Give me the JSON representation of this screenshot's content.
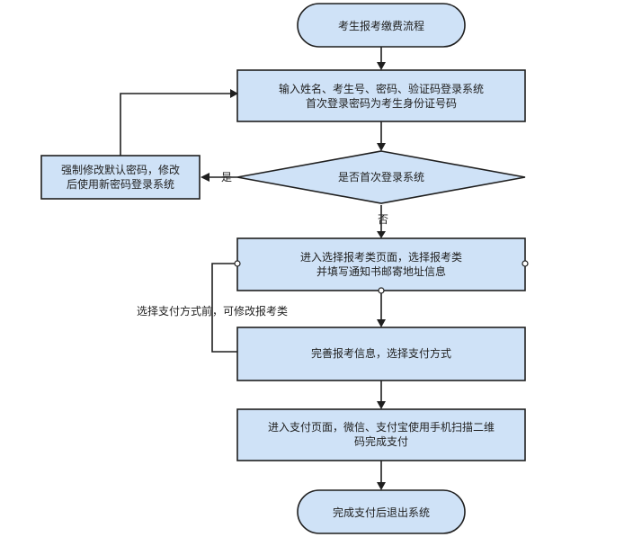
{
  "colors": {
    "node_fill": "#cfe2f7",
    "node_stroke": "#1f1f1f",
    "text": "#222222",
    "background": "#ffffff"
  },
  "flowchart": {
    "start": "考生报考缴费流程",
    "login": {
      "line1": "输入姓名、考生号、密码、验证码登录系统",
      "line2": "首次登录密码为考生身份证号码"
    },
    "decision": "是否首次登录系统",
    "change_password": {
      "line1": "强制修改默认密码，修改",
      "line2": "后使用新密码登录系统"
    },
    "select_type": {
      "line1": "进入选择报考类页面，选择报考类",
      "line2": "并填写通知书邮寄地址信息"
    },
    "complete_info": "完善报考信息，选择支付方式",
    "payment": {
      "line1": "进入支付页面，微信、支付宝使用手机扫描二维",
      "line2": "码完成支付"
    },
    "end": "完成支付后退出系统",
    "yes_label": "是",
    "no_label": "否",
    "loop_label": "选择支付方式前，可修改报考类"
  }
}
